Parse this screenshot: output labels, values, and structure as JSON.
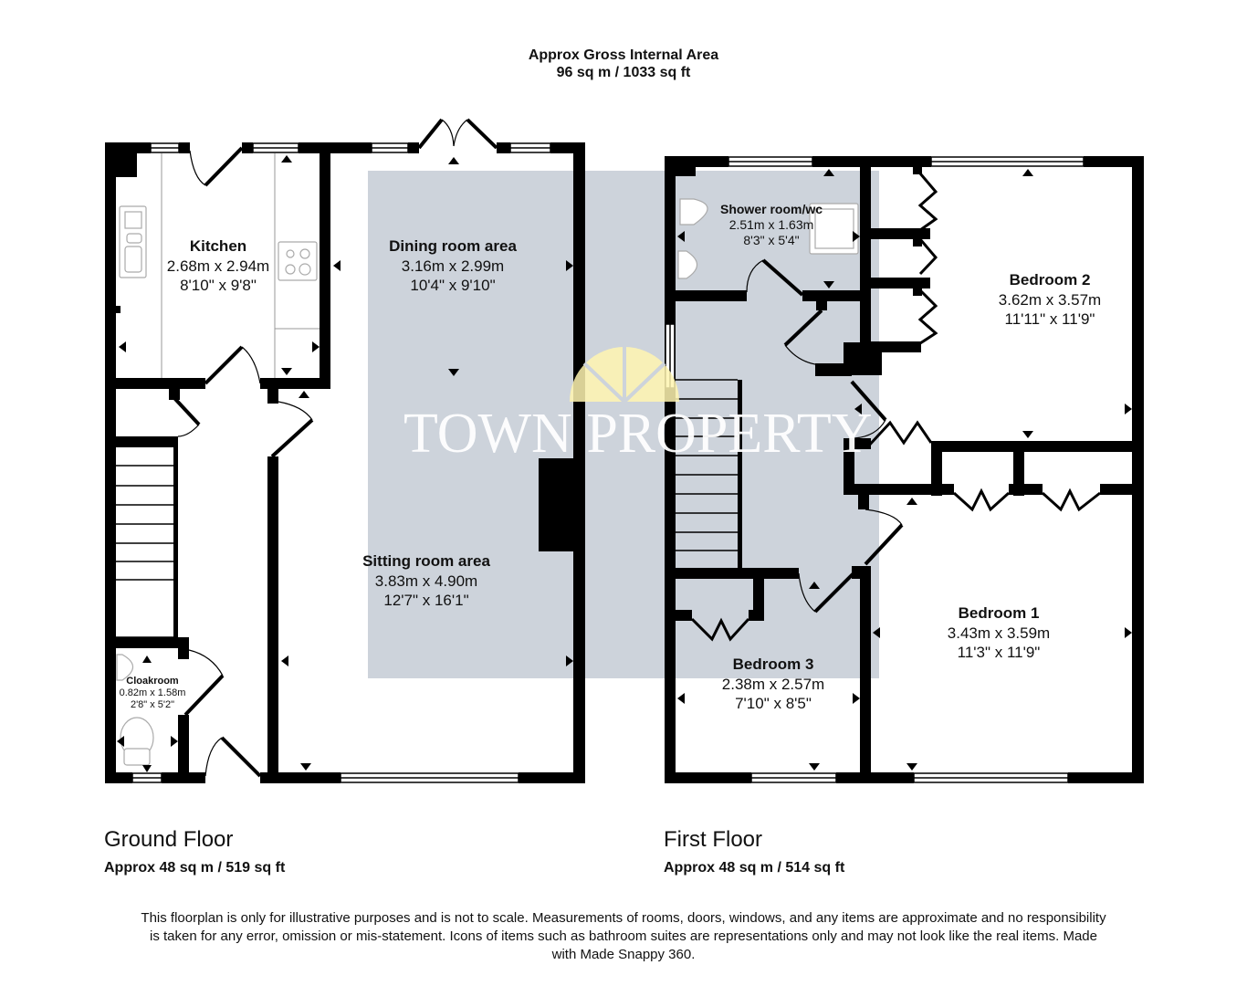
{
  "header": {
    "title": "Approx Gross Internal Area",
    "area": "96 sq m / 1033 sq ft"
  },
  "watermark": {
    "text": "TOWN PROPERTY",
    "sun_color": "#fff5b0",
    "overlay_color": "#cdd3db"
  },
  "colors": {
    "wall": "#000000",
    "background": "#ffffff",
    "highlight": "#cdd3db"
  },
  "floors": [
    {
      "title": "Ground Floor",
      "area": "Approx 48 sq m / 519 sq ft",
      "rooms": [
        {
          "name": "Kitchen",
          "metric": "2.68m x 2.94m",
          "imperial": "8'10\" x 9'8\""
        },
        {
          "name": "Dining room area",
          "metric": "3.16m x 2.99m",
          "imperial": "10'4\" x 9'10\""
        },
        {
          "name": "Sitting room area",
          "metric": "3.83m x 4.90m",
          "imperial": "12'7\" x 16'1\""
        },
        {
          "name": "Cloakroom",
          "metric": "0.82m x 1.58m",
          "imperial": "2'8\" x 5'2\""
        }
      ]
    },
    {
      "title": "First Floor",
      "area": "Approx 48 sq m / 514 sq ft",
      "rooms": [
        {
          "name": "Shower room/wc",
          "metric": "2.51m x 1.63m",
          "imperial": "8'3\" x 5'4\""
        },
        {
          "name": "Bedroom 2",
          "metric": "3.62m x 3.57m",
          "imperial": "11'11\" x 11'9\""
        },
        {
          "name": "Bedroom 1",
          "metric": "3.43m x 3.59m",
          "imperial": "11'3\" x 11'9\""
        },
        {
          "name": "Bedroom 3",
          "metric": "2.38m x 2.57m",
          "imperial": "7'10\" x 8'5\""
        }
      ]
    }
  ],
  "disclaimer": "This floorplan is only for illustrative purposes and is not to scale. Measurements of rooms, doors, windows, and any items are approximate and no responsibility is taken for any error, omission or mis-statement. Icons of items such as bathroom suites are representations only and may not look like the real items. Made with Made Snappy 360."
}
